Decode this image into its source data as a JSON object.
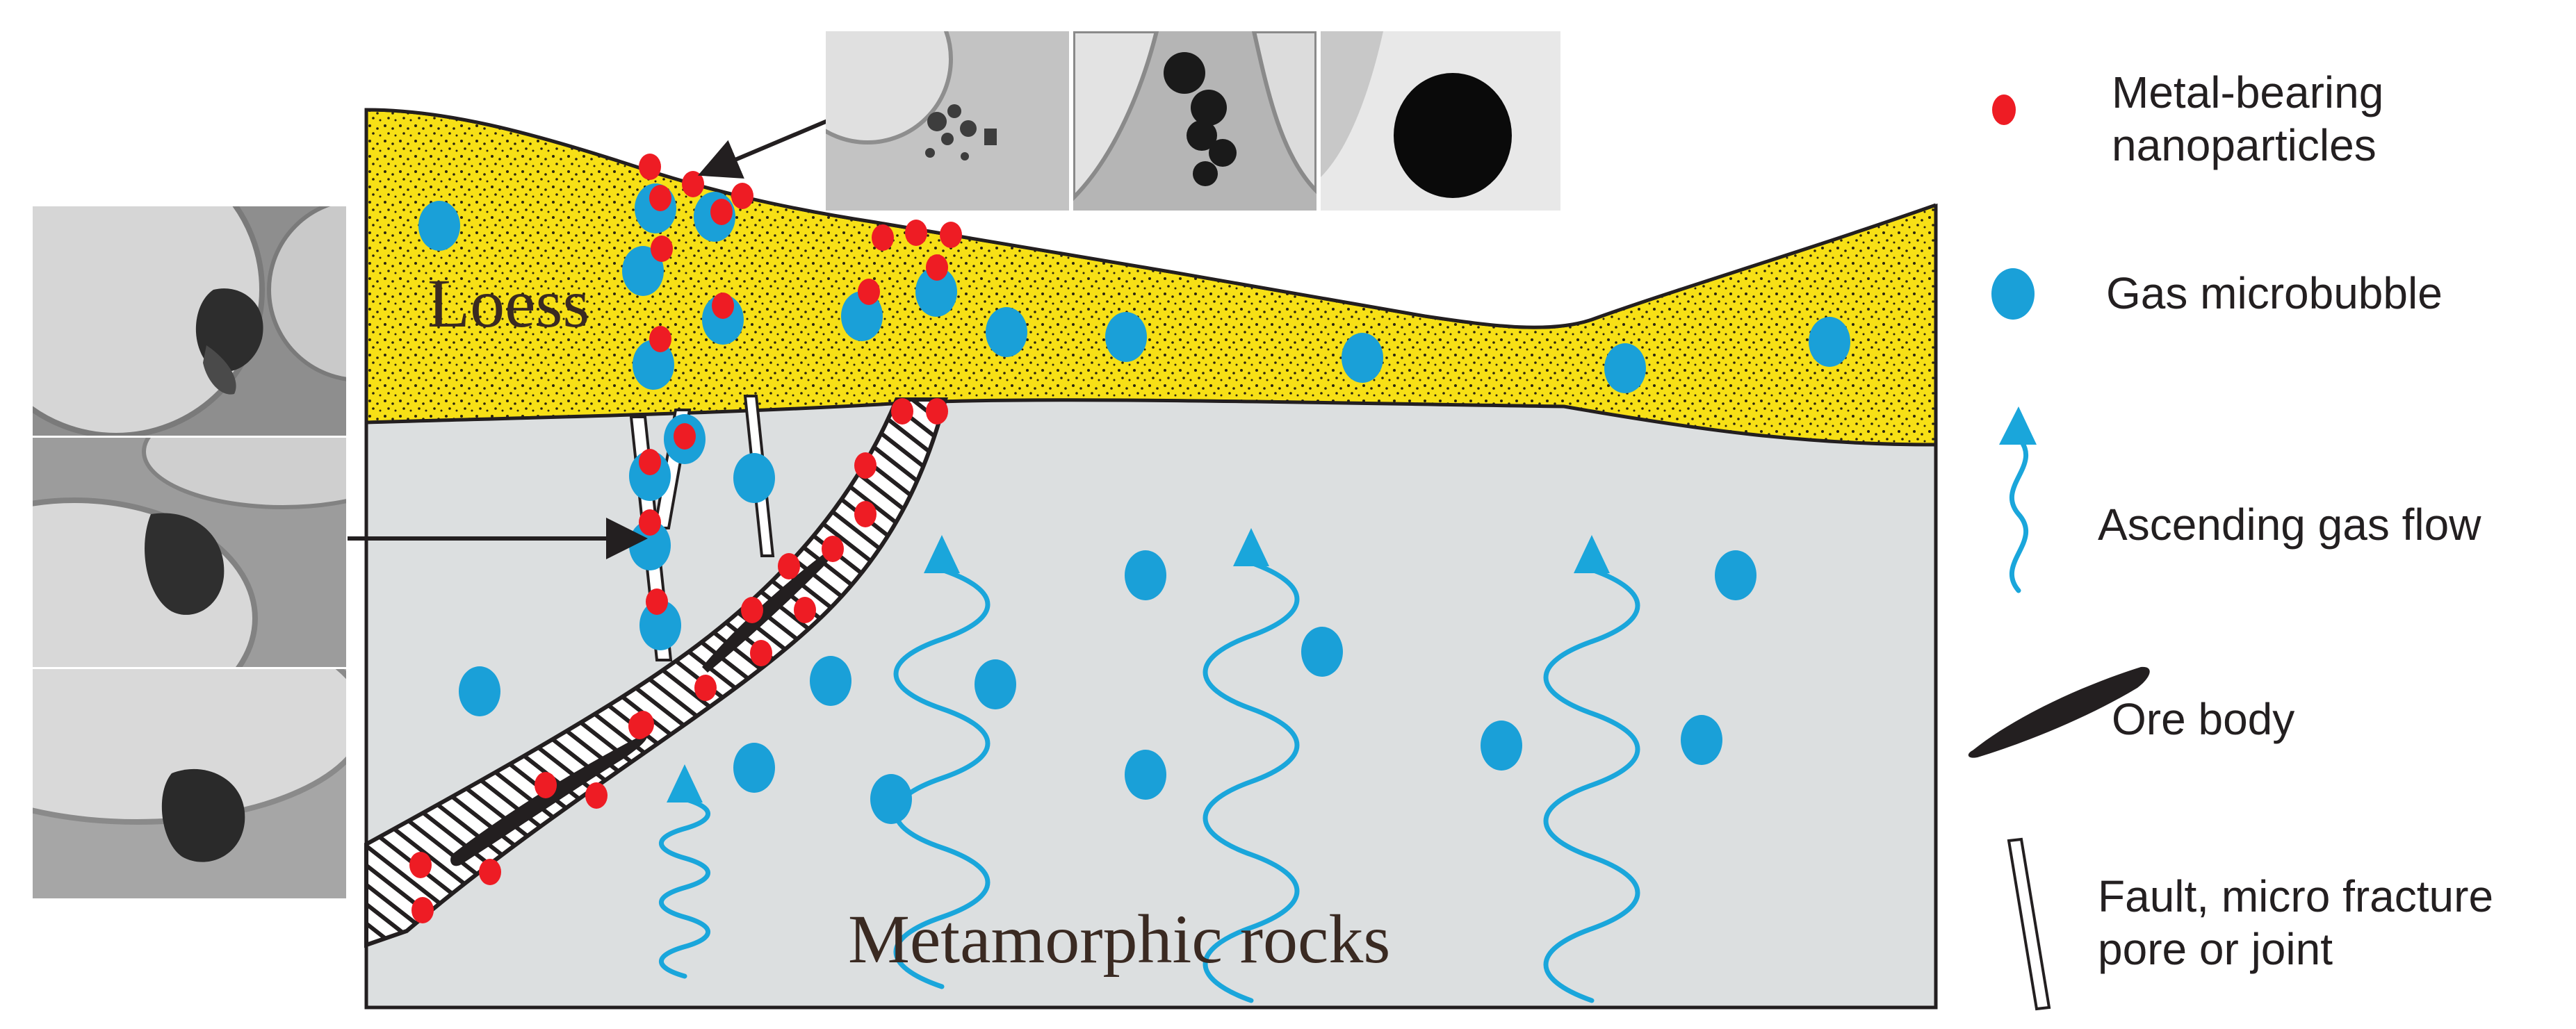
{
  "layers": {
    "loess_label": "Loess",
    "bedrock_label": "Metamorphic rocks"
  },
  "legend": {
    "items": [
      {
        "key": "nanoparticle",
        "label_line1": "Metal-bearing",
        "label_line2": "nanoparticles",
        "icon": "red-dot-icon"
      },
      {
        "key": "microbubble",
        "label_line1": "Gas microbubble",
        "label_line2": "",
        "icon": "blue-bubble-icon"
      },
      {
        "key": "gasflow",
        "label_line1": "Ascending gas flow",
        "label_line2": "",
        "icon": "wavy-arrow-icon"
      },
      {
        "key": "orebody",
        "label_line1": "Ore body",
        "label_line2": "",
        "icon": "ore-lens-icon"
      },
      {
        "key": "fault",
        "label_line1": "Fault, micro fracture",
        "label_line2": "pore or joint",
        "icon": "fault-bar-icon"
      }
    ]
  },
  "colors": {
    "loess": "#f7e016",
    "bedrock": "#dcdfe0",
    "bubble": "#1aa0d8",
    "particle": "#ee1c24",
    "gas_arrow": "#1aa6db",
    "ore": "#231f20",
    "outline": "#231f20"
  }
}
